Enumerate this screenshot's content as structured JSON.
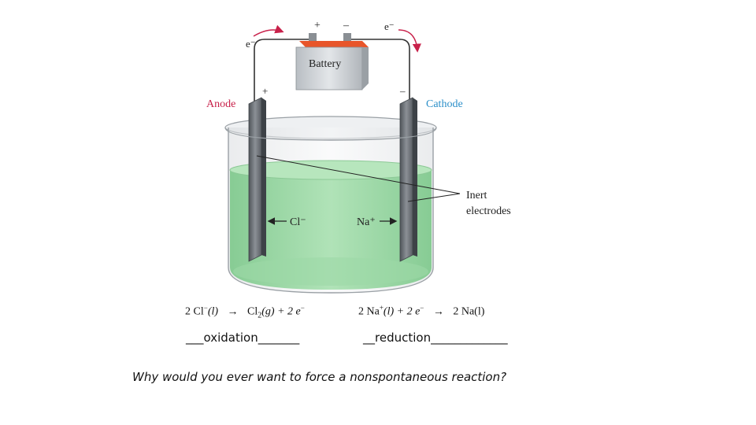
{
  "labels": {
    "battery": "Battery",
    "plus_top": "+",
    "minus_top": "–",
    "e_left": "e⁻",
    "e_right": "e⁻",
    "plus_anode": "+",
    "minus_cathode": "–",
    "anode": "Anode",
    "cathode": "Cathode",
    "cl_ion": "Cl⁻",
    "na_ion": "Na⁺",
    "inert_line1": "Inert",
    "inert_line2": "electrodes"
  },
  "equations": {
    "left": {
      "reactant_coef": "2 Cl",
      "reactant_charge": "−",
      "reactant_state": "(l)",
      "arrow": "→",
      "product_species": "Cl",
      "product_sub": "2",
      "product_state": "(g) + 2 e",
      "product_charge": "−"
    },
    "right": {
      "reactant_coef": "2 Na",
      "reactant_charge": "+",
      "reactant_state": "(l) + 2 e",
      "electron_charge": "−",
      "arrow": "→",
      "product": "2 Na(l)"
    }
  },
  "answers": {
    "left": "___oxidation_______",
    "right": "__reduction_____________"
  },
  "question": "Why would you ever want to force a nonspontaneous reaction?",
  "colors": {
    "solution": "#8fd39a",
    "anode_label": "#c8214a",
    "cathode_label": "#2b8fc9",
    "battery_top": "#e8552a",
    "electrode": "#6b7075",
    "arrow_red": "#c8214a"
  }
}
